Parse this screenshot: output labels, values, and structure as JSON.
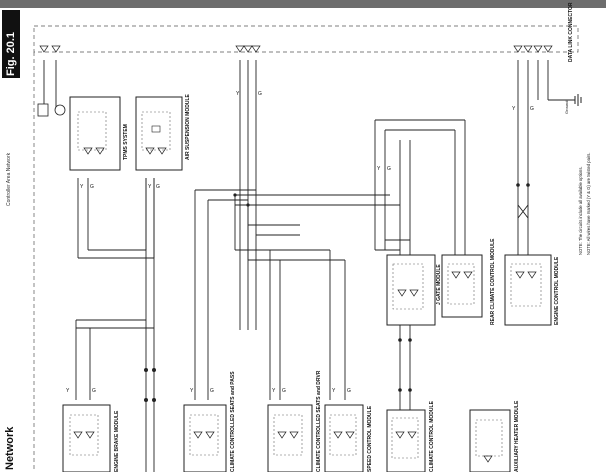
{
  "figure": {
    "number": "Fig. 20.1",
    "subtitle": "Controller Area Network",
    "section": "Network"
  },
  "connector": {
    "label": "DATA LINK CONNECTOR"
  },
  "ground": {
    "label": "Ground"
  },
  "notes": [
    "NOTE: The circuits include all available options.",
    "NOTE: All wires have marked (Y & G) are twisted pairs."
  ],
  "wire_labels": {
    "yellow": "Y",
    "green": "G"
  },
  "modules": [
    {
      "id": "tpms",
      "label": "TPMS SYSTEM"
    },
    {
      "id": "air",
      "label": "AIR SUSPENSION MODULE"
    },
    {
      "id": "engine_brake",
      "label": "ENGINE BRAKE MODULE"
    },
    {
      "id": "seats_left",
      "label": "CLIMATE CONTROLLED SEATS and PASS"
    },
    {
      "id": "seats_right",
      "label": "CLIMATE CONTROLLED SEATS and DRVR"
    },
    {
      "id": "speed",
      "label": "SPEED CONTROL MODULE"
    },
    {
      "id": "climate",
      "label": "CLIMATE CONTROL MODULE"
    },
    {
      "id": "rear_climate",
      "label": "REAR CLIMATE CONTROL MODULE"
    },
    {
      "id": "jgate",
      "label": "J GATE MODULE"
    },
    {
      "id": "engine_ctrl",
      "label": "ENGINE CONTROL MODULE"
    },
    {
      "id": "heater",
      "label": "AUXILIARY HEATER MODULE"
    }
  ]
}
